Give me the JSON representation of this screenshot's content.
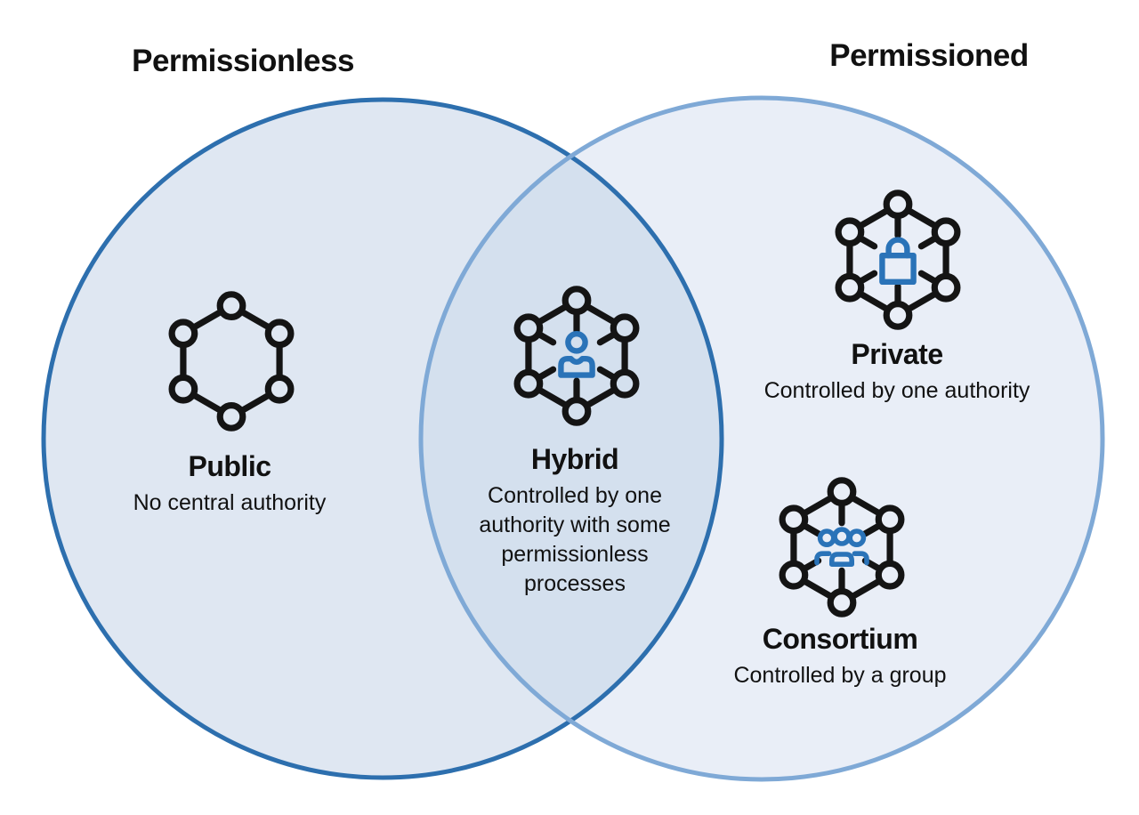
{
  "colors": {
    "left_circle_border": "#2d6fae",
    "left_circle_fill": "#dfe7f2",
    "right_circle_border": "#7fa9d6",
    "right_circle_fill": "#e9eef7",
    "overlap_fill": "#d4e0ee",
    "icon_line": "#141414",
    "icon_accent": "#2a73b8",
    "text_color": "#111111"
  },
  "sets": {
    "permissionless": {
      "title": "Permissionless",
      "items": [
        {
          "name": "Public",
          "description": "No central authority",
          "icon": "hexagon-network-icon"
        }
      ]
    },
    "overlap": {
      "items": [
        {
          "name": "Hybrid",
          "description": "Controlled by one authority with some permissionless processes",
          "icon": "hexagon-network-person-icon"
        }
      ]
    },
    "permissioned": {
      "title": "Permissioned",
      "items": [
        {
          "name": "Private",
          "description": "Controlled by one authority",
          "icon": "hexagon-network-lock-icon"
        },
        {
          "name": "Consortium",
          "description": "Controlled by a group",
          "icon": "hexagon-network-group-icon"
        }
      ]
    }
  }
}
